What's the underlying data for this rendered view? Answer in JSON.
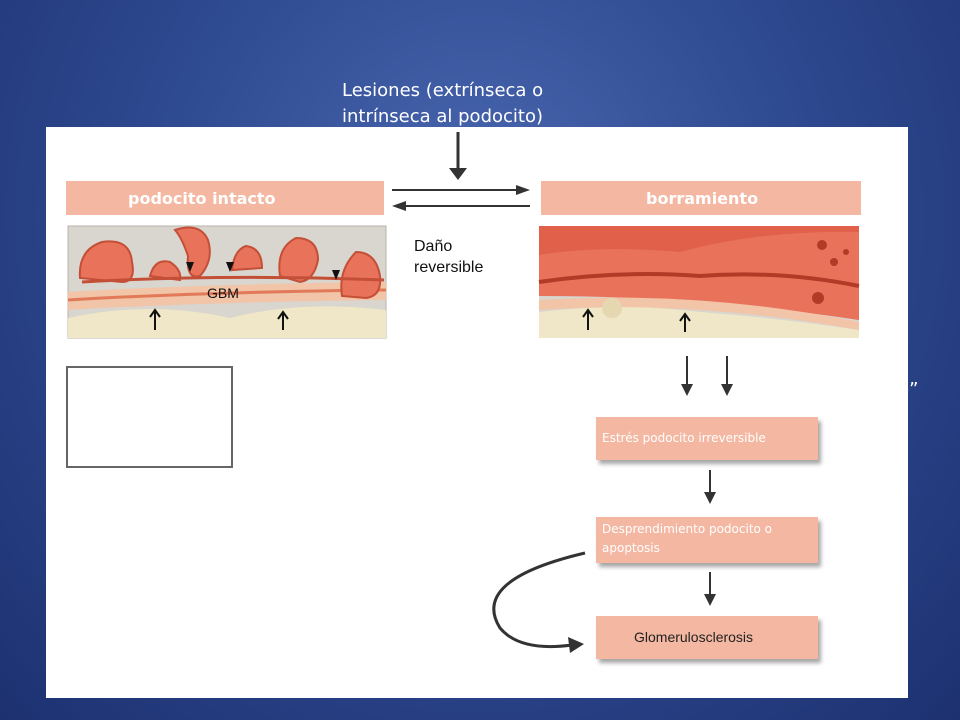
{
  "title": {
    "line1": "Lesiones (extrínseca o",
    "line2": "intrínseca  al  podocito)"
  },
  "states": {
    "left_label": "podocito intacto",
    "right_label": "borramiento",
    "transition_note_line1": "Daño",
    "transition_note_line2": "reversible"
  },
  "figure": {
    "gbm_label": "GBM"
  },
  "flow": {
    "step1": "Estrés podocito irreversible",
    "step2_line1": "Desprendimiento podocito o",
    "step2_line2": "apoptosis",
    "step3": "Glomerulosclerosis"
  },
  "edge_text": "e”"
}
